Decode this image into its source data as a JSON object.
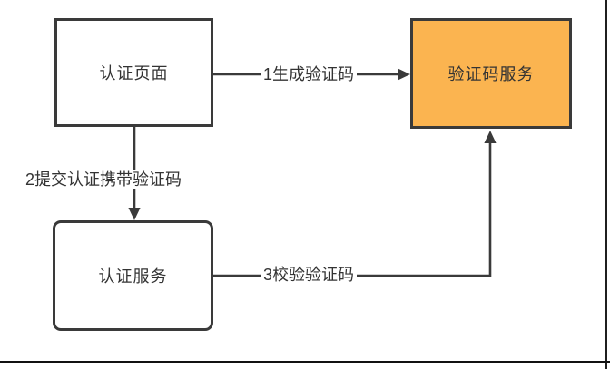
{
  "diagram": {
    "title": "captcha-authentication-flow",
    "nodes": [
      {
        "id": "auth-page",
        "label": "认证页面",
        "fill": "#FFFFFF",
        "shape": "rectangle"
      },
      {
        "id": "captcha-service",
        "label": "验证码服务",
        "fill": "#FBB450",
        "shape": "rectangle"
      },
      {
        "id": "auth-service",
        "label": "认证服务",
        "fill": "#FFFFFF",
        "shape": "rounded-rectangle"
      }
    ],
    "edges": [
      {
        "id": "edge-1",
        "label": "1生成验证码",
        "from": "认证页面",
        "to": "验证码服务",
        "direction": "right"
      },
      {
        "id": "edge-2",
        "label": "2提交认证携带验证码",
        "from": "认证页面",
        "to": "认证服务",
        "direction": "down"
      },
      {
        "id": "edge-3",
        "label": "3校验验证码",
        "from": "认证服务",
        "to": "验证码服务",
        "direction": "right-then-up"
      }
    ],
    "colors": {
      "node_border": "#3A3A3A",
      "arrow": "#3A3A3A",
      "accent_fill": "#FBB450",
      "text": "#333333",
      "page_border": "#1F1F1F"
    }
  }
}
